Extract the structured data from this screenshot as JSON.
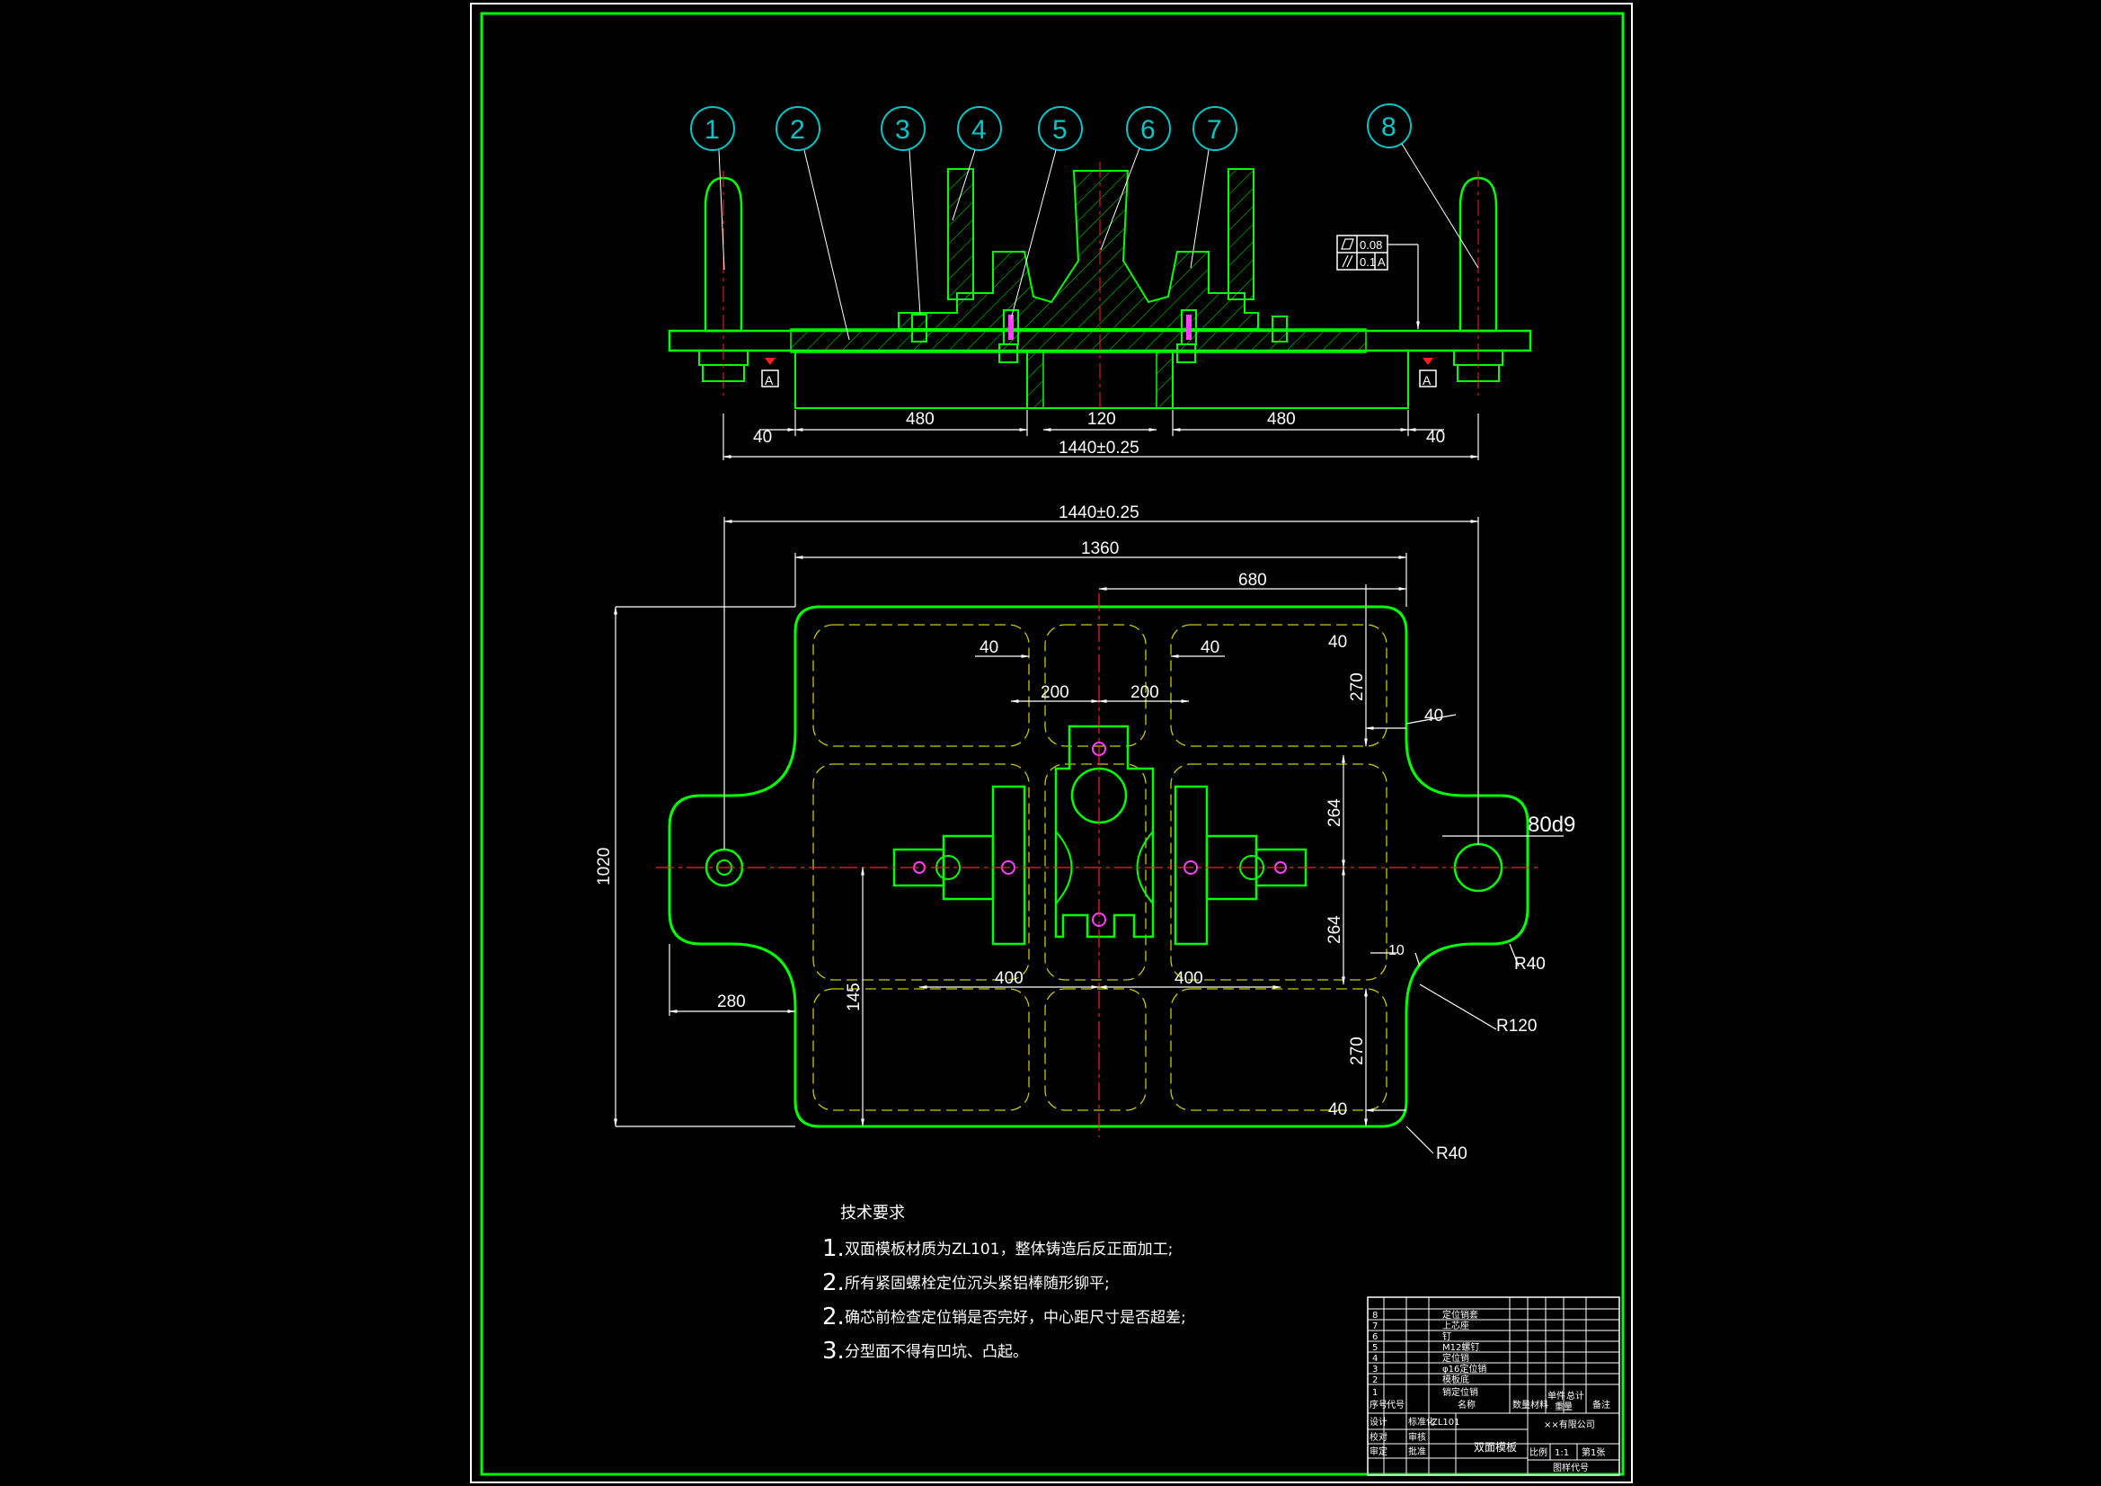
{
  "colors": {
    "background": "#000000",
    "outline": "#00ff00",
    "dimension": "#ffffff",
    "centerline": "#ff2020",
    "hidden": "#c8c800",
    "balloon": "#00c8c8",
    "hatch": "#00ff00",
    "pin": "#ff40ff"
  },
  "balloons": [
    "1",
    "2",
    "3",
    "4",
    "5",
    "6",
    "7",
    "8"
  ],
  "section_view": {
    "datum_label": "A",
    "tolerance": {
      "flatness": "0.08",
      "parallelism": "0.1",
      "datum": "A"
    },
    "dims": {
      "left_40": "40",
      "left_480": "480",
      "mid_120": "120",
      "right_480": "480",
      "right_40": "40",
      "overall": "1440±0.25"
    }
  },
  "plan_view": {
    "dims": {
      "overall": "1440±0.25",
      "width_1360": "1360",
      "half_680": "680",
      "height_1020": "1020",
      "left_40": "40",
      "right_40": "40",
      "left_200": "200",
      "right_200": "200",
      "corner_40": "40",
      "v_270_top": "270",
      "side_40": "40",
      "bore": "80d9",
      "v_264_top": "264",
      "v_264_bottom": "264",
      "left_400": "400",
      "right_400": "400",
      "r_10": "10",
      "r_40_mid": "R40",
      "r_120": "R120",
      "left_280": "280",
      "v_145": "145",
      "v_270_bottom": "270",
      "bottom_40": "40",
      "r_40_bottom": "R40"
    }
  },
  "notes": {
    "heading": "技术要求",
    "items": [
      {
        "num": "1.",
        "text": "双面模板材质为ZL101，整体铸造后反正面加工;"
      },
      {
        "num": "2.",
        "text": "所有紧固螺栓定位沉头紧铝棒随形铆平;"
      },
      {
        "num": "2.",
        "text": "确芯前检查定位销是否完好，中心距尺寸是否超差;"
      },
      {
        "num": "3.",
        "text": "分型面不得有凹坑、凸起。"
      }
    ]
  },
  "title_block": {
    "parts": [
      {
        "no": "8",
        "name": "定位销套"
      },
      {
        "no": "7",
        "name": "上芯座"
      },
      {
        "no": "6",
        "name": "钉"
      },
      {
        "no": "5",
        "name": "M12螺钉"
      },
      {
        "no": "4",
        "name": "定位销"
      },
      {
        "no": "3",
        "name": "φ16定位销"
      },
      {
        "no": "2",
        "name": "模板底"
      },
      {
        "no": "1",
        "name": "销定位销"
      }
    ],
    "header": [
      "序号",
      "代号",
      "名称",
      "数量",
      "材料",
      "单件",
      "总计",
      "备注"
    ],
    "header_weight": "重量",
    "rows": [
      [
        "设计",
        "标准化",
        "ZL101"
      ],
      [
        "校对",
        "审核"
      ],
      [
        "审定",
        "批准"
      ]
    ],
    "drawing_title": "双面模板",
    "company": "××有限公司",
    "scale_label": "比例",
    "scale": "1:1",
    "sheet": "第1张",
    "drawing_no": "图样代号"
  }
}
